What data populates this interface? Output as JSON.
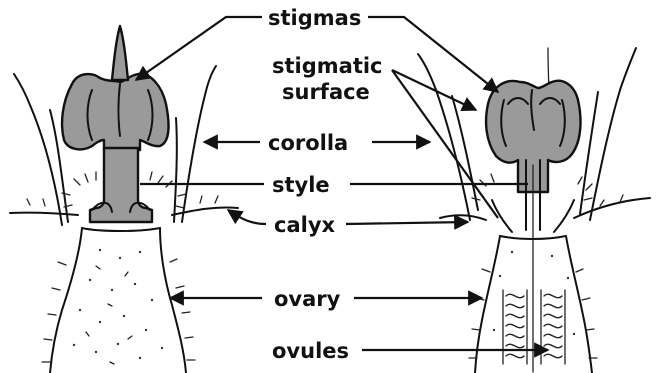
{
  "labels": {
    "stigmas": "stigmas",
    "stigmatic_surface_line1": "stigmatic",
    "stigmatic_surface_line2": "surface",
    "corolla": "corolla",
    "style": "style",
    "calyx": "calyx",
    "ovary": "ovary",
    "ovules": "ovules"
  },
  "colors": {
    "ink": "#111111",
    "shading": "#9a9a9a",
    "background": "#ffffff"
  }
}
